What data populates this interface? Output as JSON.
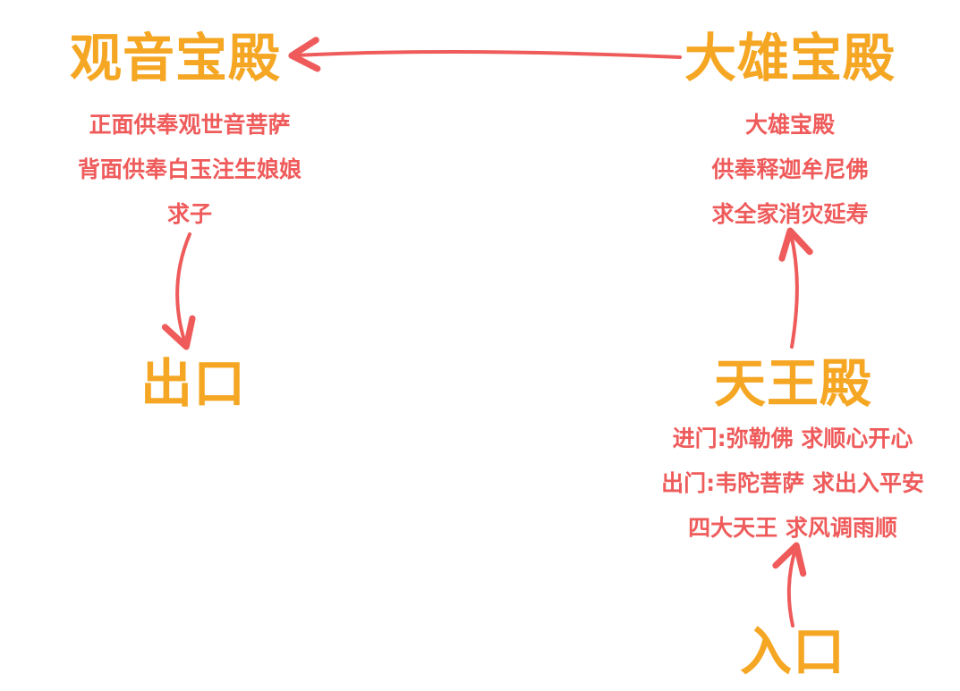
{
  "guanyin": {
    "title": "观音宝殿",
    "lines": [
      "正面供奉观世音菩萨",
      "背面供奉白玉注生娘娘",
      "求子"
    ]
  },
  "daxiong": {
    "title": "大雄宝殿",
    "lines": [
      "大雄宝殿",
      "供奉释迦牟尼佛",
      "求全家消灾延寿"
    ]
  },
  "tianwang": {
    "title": "天王殿",
    "lines": [
      "进门:弥勒佛 求顺心开心",
      "出门:韦陀菩萨 求出入平安",
      "四大天王 求风调雨顺"
    ]
  },
  "exit": {
    "title": "出口"
  },
  "entrance": {
    "title": "入口"
  },
  "colors": {
    "title": "#f5a623",
    "text": "#ef5b5b",
    "arrow": "#ef5b5b"
  }
}
